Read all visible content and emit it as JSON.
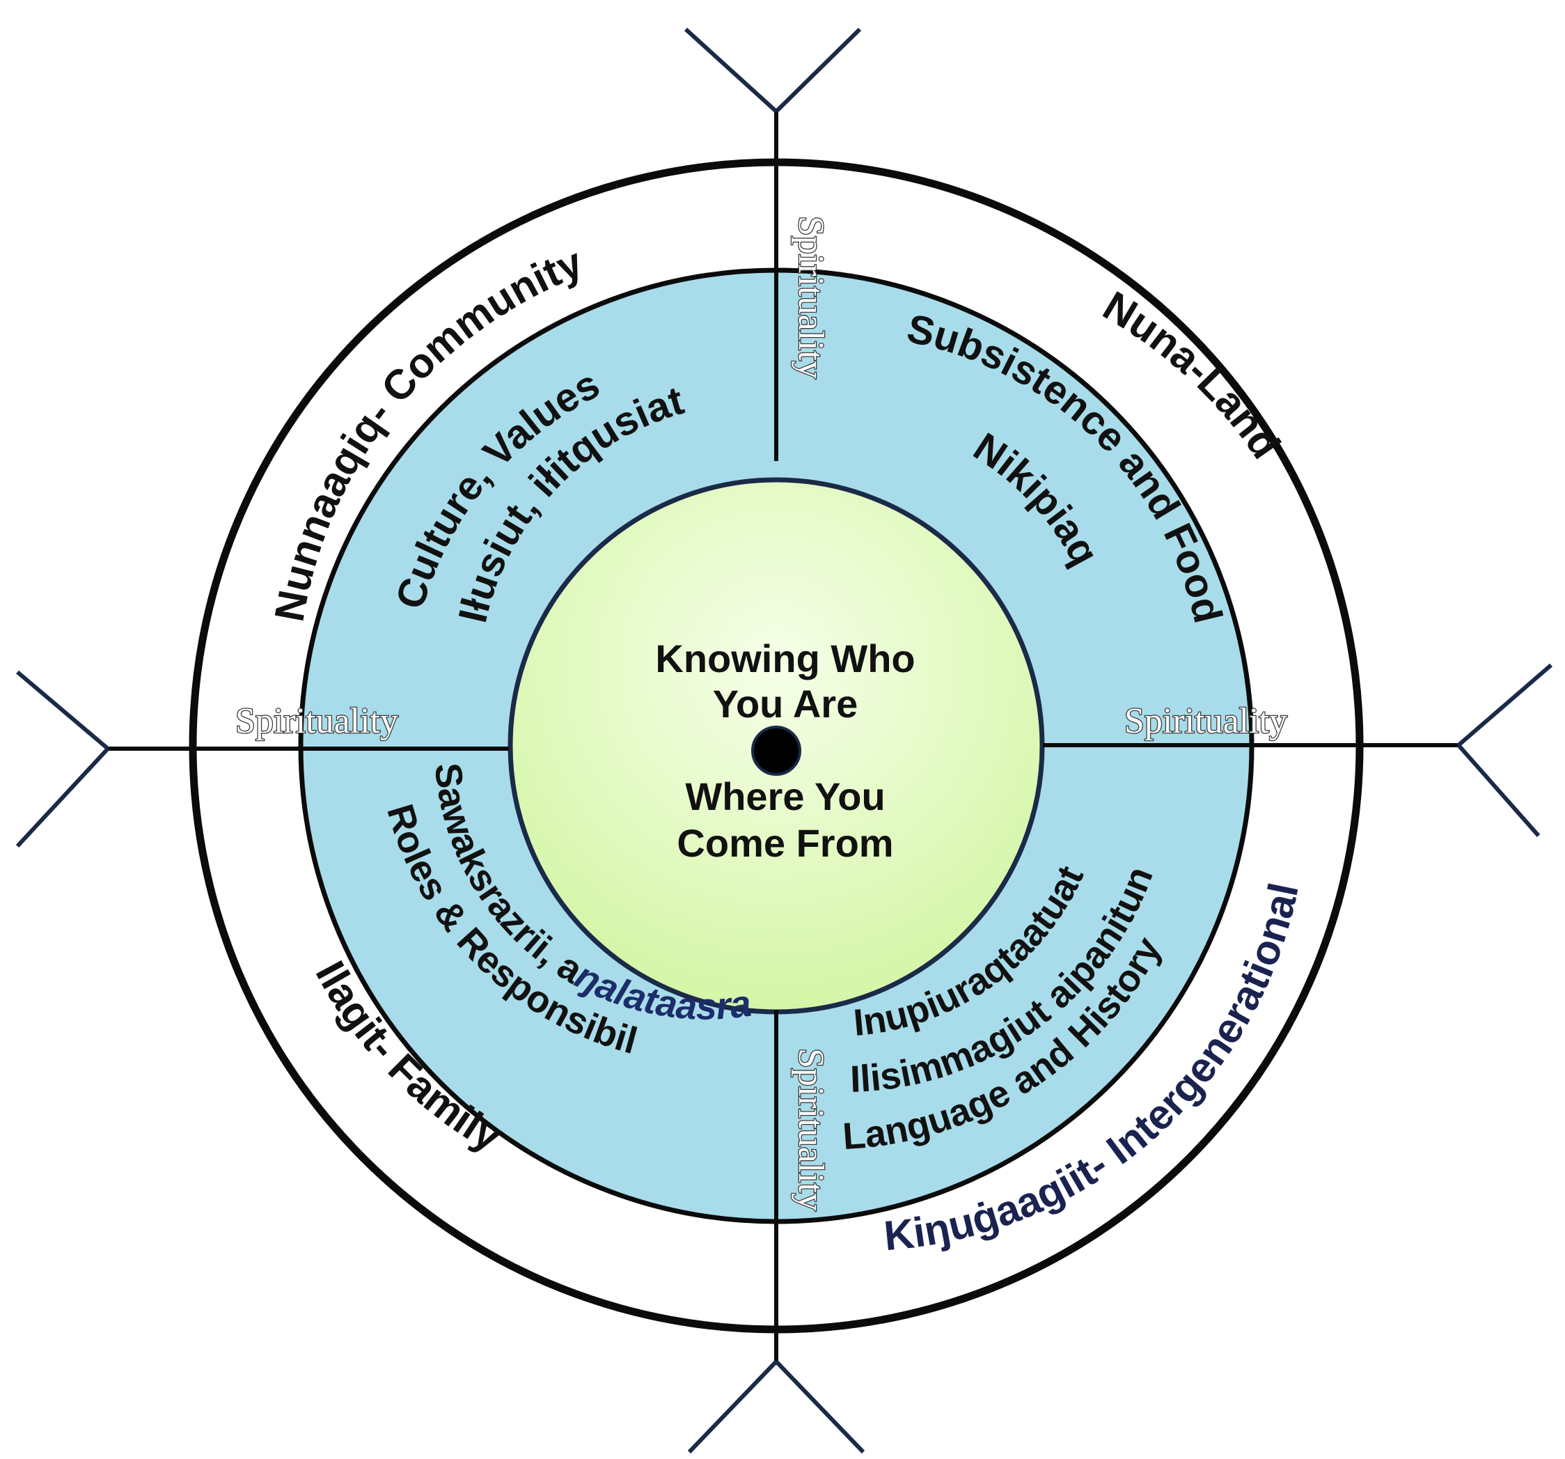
{
  "center": {
    "line1": "Knowing Who",
    "line2": "You Are",
    "line3": "Where You",
    "line4": "Come From"
  },
  "outer": {
    "community": "Nunnaaqiq- Community",
    "land": "Nuna-Land",
    "family": "Ilagit- Family",
    "intergenerational": "Kiŋuġaagiit- Intergenerational"
  },
  "middle": {
    "culture_line1": "Culture, Values",
    "culture_line2": "Iłusiut, iłitqusiat",
    "subsistence_line1": "Subsistence and Food",
    "subsistence_line2": "Nikipiaq",
    "roles_line1_a": "Sawaksrazrii, a",
    "roles_line1_b": "ŋalataasran",
    "roles_line2": "Roles & Responsibility",
    "language_line1": "Inupiuraqtaatuat",
    "language_line2": "Ilisimmagiut aipanitun",
    "language_line3": "Language and History"
  },
  "spirituality": {
    "top": "Spirituality",
    "left": "Spirituality",
    "right": "Spirituality",
    "bottom": "Spirituality"
  },
  "colors": {
    "middle_ring": "#a8dcea",
    "center_light": "#f6ffe8",
    "center_dark": "#d4f5a6",
    "ring_stroke": "#0b0b0b",
    "arrow_stroke": "#1a2a48"
  }
}
